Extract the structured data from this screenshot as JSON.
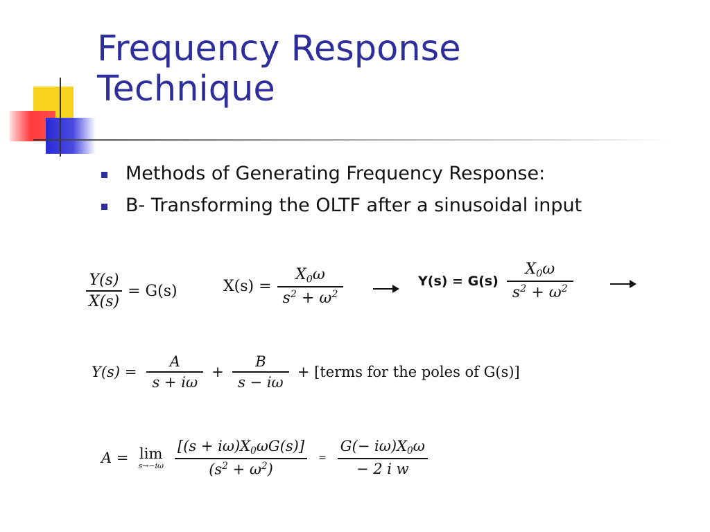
{
  "slide": {
    "title_line1": "Frequency Response",
    "title_line2": "Technique",
    "bullets": [
      "Methods of Generating Frequency Response:",
      "B- Transforming the OLTF after a sinusoidal input"
    ]
  },
  "equations": {
    "transfer": {
      "num": "Y(s)",
      "den": "X(s)",
      "rhs": "= G(s)"
    },
    "input": {
      "lhs": "X(s) =",
      "num_var": "X",
      "num_sub": "0",
      "num_tail": "ω",
      "den_a": "s",
      "den_plus": " + ",
      "den_b": "ω"
    },
    "output": {
      "lhs": "Y(s) = G(s)",
      "num_var": "X",
      "num_sub": "0",
      "num_tail": "ω",
      "den_a": "s",
      "den_plus": " + ",
      "den_b": "ω"
    },
    "partial": {
      "lhs": "Y(s) =",
      "frac1_num": "A",
      "frac1_den": "s + iω",
      "plus1": "+",
      "frac2_num": "B",
      "frac2_den": "s − iω",
      "tail": "+ [terms for the poles of G(s)]"
    },
    "residue": {
      "lhs": "A =",
      "lim": "lim",
      "lim_under": "s→−iω",
      "num": "[(s + iω)X",
      "num_sub": "0",
      "num_tail": "ωG(s)]",
      "den": "(s",
      "den_sup": "2",
      "den_tail": " + ω",
      "den_sup2": "2",
      "den_close": ")",
      "eq": "=",
      "rhs_num": "G(− iω)X",
      "rhs_num_sub": "0",
      "rhs_num_tail": "ω",
      "rhs_den": "− 2 i w"
    },
    "sq": "2"
  }
}
